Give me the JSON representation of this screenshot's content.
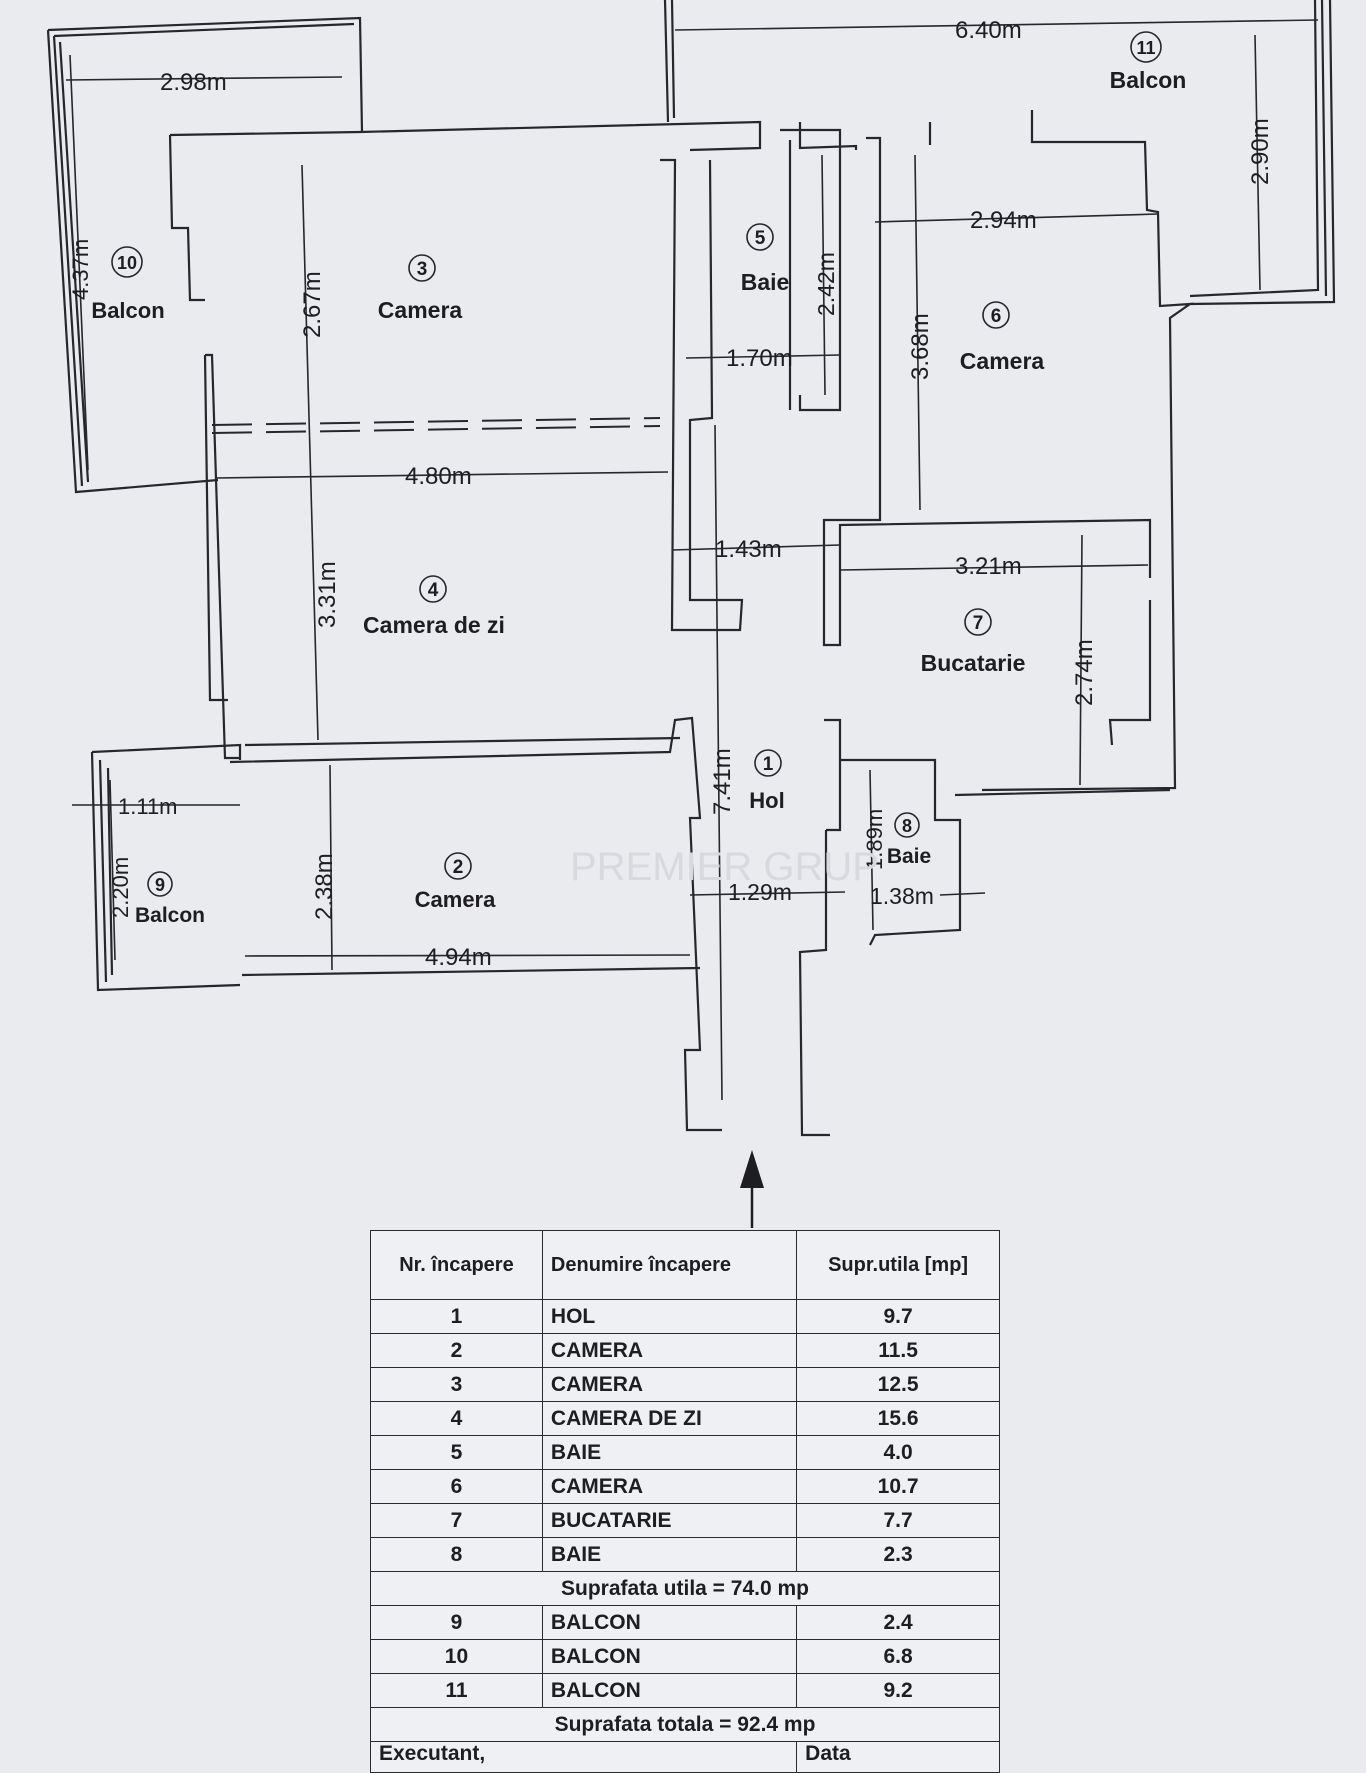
{
  "rooms": [
    {
      "nr": "1",
      "name": "Hol"
    },
    {
      "nr": "2",
      "name": "Camera"
    },
    {
      "nr": "3",
      "name": "Camera"
    },
    {
      "nr": "4",
      "name": "Camera de zi"
    },
    {
      "nr": "5",
      "name": "Baie"
    },
    {
      "nr": "6",
      "name": "Camera"
    },
    {
      "nr": "7",
      "name": "Bucatarie"
    },
    {
      "nr": "8",
      "name": "Baie"
    },
    {
      "nr": "9",
      "name": "Balcon"
    },
    {
      "nr": "10",
      "name": "Balcon"
    },
    {
      "nr": "11",
      "name": "Balcon"
    }
  ],
  "dimensions": {
    "d_298": "2.98m",
    "d_640": "6.40m",
    "d_290": "2.90m",
    "d_437": "4.37m",
    "d_267": "2.67m",
    "d_242": "2.42m",
    "d_294": "2.94m",
    "d_170": "1.70m",
    "d_368": "3.68m",
    "d_480": "4.80m",
    "d_143": "1.43m",
    "d_321": "3.21m",
    "d_331": "3.31m",
    "d_274": "2.74m",
    "d_741": "7.41m",
    "d_111": "1.11m",
    "d_238": "2.38m",
    "d_189": "1.89m",
    "d_220": "2.20m",
    "d_129": "1.29m",
    "d_138": "1.38m",
    "d_494": "4.94m"
  },
  "watermark": "PREMIER GRUP",
  "table": {
    "headers": {
      "nr": "Nr. încapere",
      "name": "Denumire încapere",
      "area": "Supr.utila [mp]"
    },
    "rows": [
      {
        "nr": "1",
        "name": "HOL",
        "area": "9.7"
      },
      {
        "nr": "2",
        "name": "CAMERA",
        "area": "11.5"
      },
      {
        "nr": "3",
        "name": "CAMERA",
        "area": "12.5"
      },
      {
        "nr": "4",
        "name": "CAMERA DE ZI",
        "area": "15.6"
      },
      {
        "nr": "5",
        "name": "BAIE",
        "area": "4.0"
      },
      {
        "nr": "6",
        "name": "CAMERA",
        "area": "10.7"
      },
      {
        "nr": "7",
        "name": "BUCATARIE",
        "area": "7.7"
      },
      {
        "nr": "8",
        "name": "BAIE",
        "area": "2.3"
      }
    ],
    "utila": "Suprafata utila = 74.0 mp",
    "balconies": [
      {
        "nr": "9",
        "name": "BALCON",
        "area": "2.4"
      },
      {
        "nr": "10",
        "name": "BALCON",
        "area": "6.8"
      },
      {
        "nr": "11",
        "name": "BALCON",
        "area": "9.2"
      }
    ],
    "totala": "Suprafata totala = 92.4 mp",
    "executant": "Executant,",
    "data": "Data"
  }
}
